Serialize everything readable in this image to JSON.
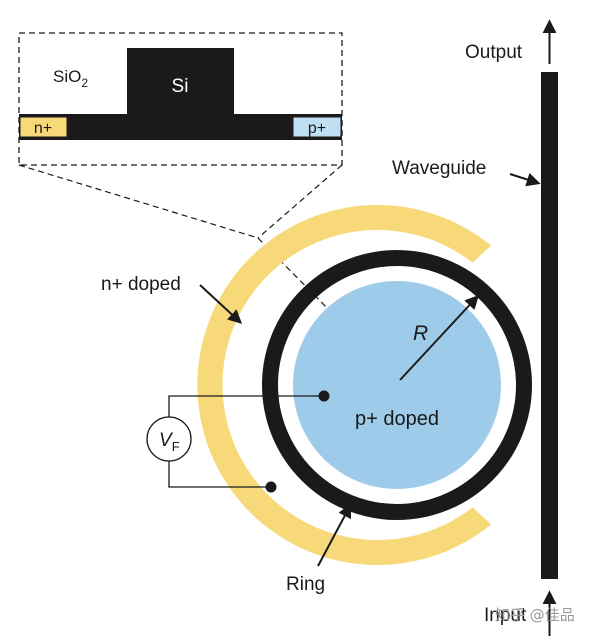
{
  "colors": {
    "ink": "#1a1a1a",
    "n_doped": "#f7d97a",
    "p_doped": "#9ecbea",
    "p_contact": "#bfe0f2",
    "page": "#ffffff",
    "watermark": "#9a9a9a"
  },
  "inset": {
    "sio2_main": "SiO",
    "sio2_sub": "2",
    "si": "Si",
    "n_plus": "n+",
    "p_plus": "p+"
  },
  "labels": {
    "output": "Output",
    "input": "Input",
    "waveguide": "Waveguide",
    "n_doped": "n+ doped",
    "p_doped": "p+ doped",
    "radius_main": "R",
    "ring": "Ring",
    "vf_main": "V",
    "vf_sub": "F"
  },
  "watermark": "知乎 @佳品"
}
